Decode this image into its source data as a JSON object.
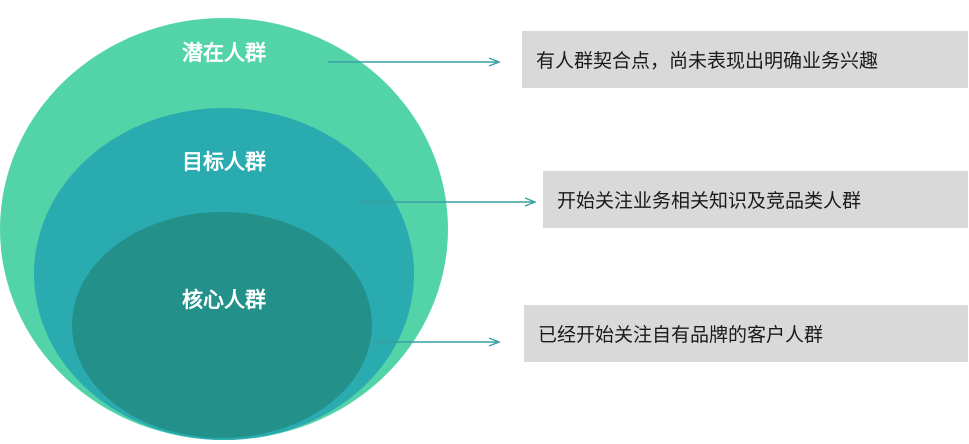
{
  "diagram": {
    "layers": [
      {
        "label": "潜在人群",
        "description": "有人群契合点，尚未表现出明确业务兴趣",
        "color": "#52d3a8"
      },
      {
        "label": "目标人群",
        "description": "开始关注业务相关知识及竞品类人群",
        "color": "#2aabb0"
      },
      {
        "label": "核心人群",
        "description": "已经开始关注自有品牌的客户人群",
        "color": "#23908a"
      }
    ],
    "box_color": "#d9d9d9",
    "arrow_color": "#3aa0a0"
  }
}
